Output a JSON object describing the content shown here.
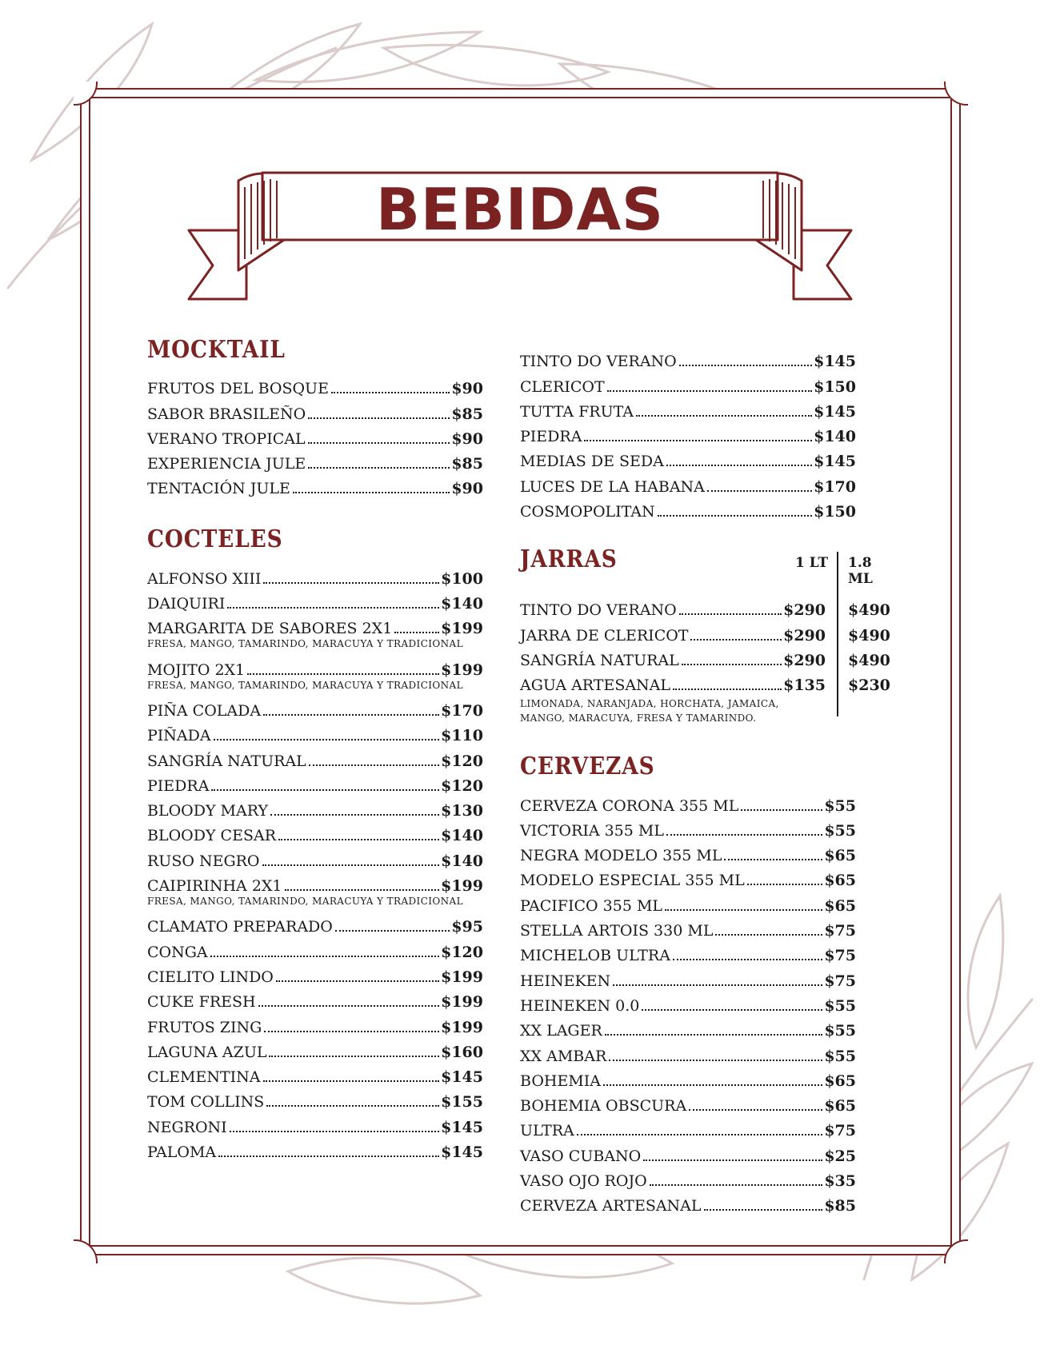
{
  "title": "BEBIDAS",
  "colors": {
    "accent": "#7a2322",
    "text": "#1b1b1b",
    "leaves": "#d9ccca"
  },
  "mocktail": {
    "heading": "MOCKTAIL",
    "items": [
      {
        "name": "FRUTOS DEL BOSQUE",
        "price": "$90"
      },
      {
        "name": "SABOR BRASILEÑO",
        "price": "$85"
      },
      {
        "name": "VERANO TROPICAL",
        "price": "$90"
      },
      {
        "name": "EXPERIENCIA JULE",
        "price": "$85"
      },
      {
        "name": "TENTACIÓN JULE",
        "price": "$90"
      }
    ]
  },
  "cocteles": {
    "heading": "COCTELES",
    "items": [
      {
        "name": "ALFONSO XIII",
        "price": "$100"
      },
      {
        "name": "DAIQUIRI",
        "price": "$140"
      },
      {
        "name": "MARGARITA DE SABORES 2X1",
        "price": "$199",
        "note": "FRESA, MANGO, TAMARINDO, MARACUYA Y TRADICIONAL"
      },
      {
        "name": "MOJITO 2X1",
        "price": "$199",
        "note": "FRESA, MANGO, TAMARINDO, MARACUYA Y TRADICIONAL"
      },
      {
        "name": "PIÑA COLADA",
        "price": "$170"
      },
      {
        "name": "PIÑADA",
        "price": "$110"
      },
      {
        "name": "SANGRÍA NATURAL",
        "price": "$120"
      },
      {
        "name": "PIEDRA",
        "price": "$120"
      },
      {
        "name": "BLOODY MARY",
        "price": "$130"
      },
      {
        "name": "BLOODY CESAR",
        "price": "$140"
      },
      {
        "name": "RUSO NEGRO",
        "price": "$140"
      },
      {
        "name": "CAIPIRINHA 2X1",
        "price": "$199",
        "note": "FRESA, MANGO, TAMARINDO, MARACUYA Y TRADICIONAL"
      },
      {
        "name": "CLAMATO PREPARADO",
        "price": "$95"
      },
      {
        "name": "CONGA",
        "price": "$120"
      },
      {
        "name": "CIELITO LINDO",
        "price": "$199"
      },
      {
        "name": "CUKE FRESH",
        "price": "$199"
      },
      {
        "name": "FRUTOS ZING",
        "price": "$199"
      },
      {
        "name": "LAGUNA AZUL",
        "price": "$160"
      },
      {
        "name": "CLEMENTINA",
        "price": "$145"
      },
      {
        "name": "TOM COLLINS",
        "price": "$155"
      },
      {
        "name": "NEGRONI",
        "price": "$145"
      },
      {
        "name": "PALOMA",
        "price": "$145"
      }
    ]
  },
  "cocteles_cont": {
    "items": [
      {
        "name": "TINTO DO VERANO",
        "price": "$145"
      },
      {
        "name": "CLERICOT",
        "price": "$150"
      },
      {
        "name": "TUTTA FRUTA",
        "price": "$145"
      },
      {
        "name": "PIEDRA",
        "price": "$140"
      },
      {
        "name": "MEDIAS DE SEDA",
        "price": "$145"
      },
      {
        "name": "LUCES DE LA HABANA",
        "price": "$170"
      },
      {
        "name": "COSMOPOLITAN",
        "price": "$150"
      }
    ]
  },
  "jarras": {
    "heading": "JARRAS",
    "col1": "1 LT",
    "col2": "1.8 ML",
    "items": [
      {
        "name": "TINTO DO VERANO",
        "price": "$290",
        "price2": "$490"
      },
      {
        "name": "JARRA DE CLERICOT",
        "price": "$290",
        "price2": "$490"
      },
      {
        "name": "SANGRÍA NATURAL",
        "price": "$290",
        "price2": "$490"
      },
      {
        "name": "AGUA ARTESANAL",
        "price": "$135",
        "price2": "$230"
      }
    ],
    "note": "LIMONADA, NARANJADA, HORCHATA, JAMAICA, MANGO, MARACUYA, FRESA Y TAMARINDO."
  },
  "cervezas": {
    "heading": "CERVEZAS",
    "items": [
      {
        "name": "CERVEZA CORONA 355 ML",
        "price": "$55"
      },
      {
        "name": "VICTORIA 355 ML",
        "price": "$55"
      },
      {
        "name": "NEGRA MODELO 355 ML",
        "price": "$65"
      },
      {
        "name": "MODELO ESPECIAL 355 ML",
        "price": "$65"
      },
      {
        "name": "PACIFICO 355 ML",
        "price": "$65"
      },
      {
        "name": "STELLA ARTOIS 330 ML",
        "price": "$75"
      },
      {
        "name": "MICHELOB ULTRA",
        "price": "$75"
      },
      {
        "name": "HEINEKEN",
        "price": "$75"
      },
      {
        "name": "HEINEKEN 0.0",
        "price": "$55"
      },
      {
        "name": "XX LAGER",
        "price": "$55"
      },
      {
        "name": "XX AMBAR",
        "price": "$55"
      },
      {
        "name": "BOHEMIA",
        "price": "$65"
      },
      {
        "name": "BOHEMIA OBSCURA",
        "price": "$65"
      },
      {
        "name": "ULTRA",
        "price": "$75"
      },
      {
        "name": "VASO CUBANO",
        "price": "$25"
      },
      {
        "name": "VASO OJO ROJO",
        "price": "$35"
      },
      {
        "name": "CERVEZA ARTESANAL",
        "price": "$85"
      }
    ]
  }
}
